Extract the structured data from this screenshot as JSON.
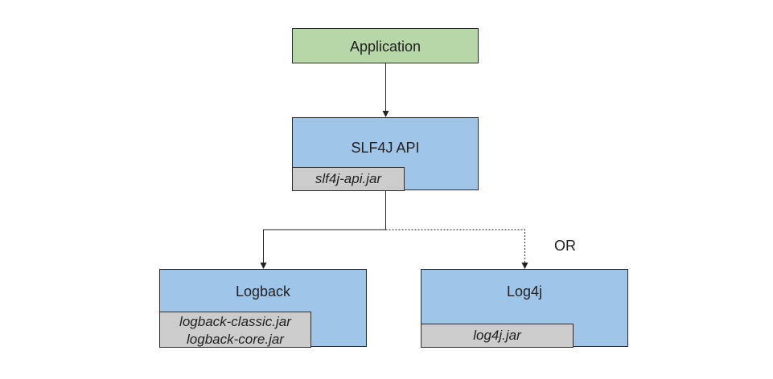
{
  "diagram": {
    "application": {
      "label": "Application",
      "fill": "#b7d7a8"
    },
    "slf4j": {
      "label": "SLF4J API",
      "fill": "#9fc5e8",
      "jars": [
        "slf4j-api.jar"
      ]
    },
    "logback": {
      "label": "Logback",
      "fill": "#9fc5e8",
      "jars": [
        "logback-classic.jar",
        "logback-core.jar"
      ]
    },
    "log4j": {
      "label": "Log4j",
      "fill": "#9fc5e8",
      "jars": [
        "log4j.jar"
      ]
    },
    "or_label": "OR",
    "jar_fill": "#cccccc"
  }
}
